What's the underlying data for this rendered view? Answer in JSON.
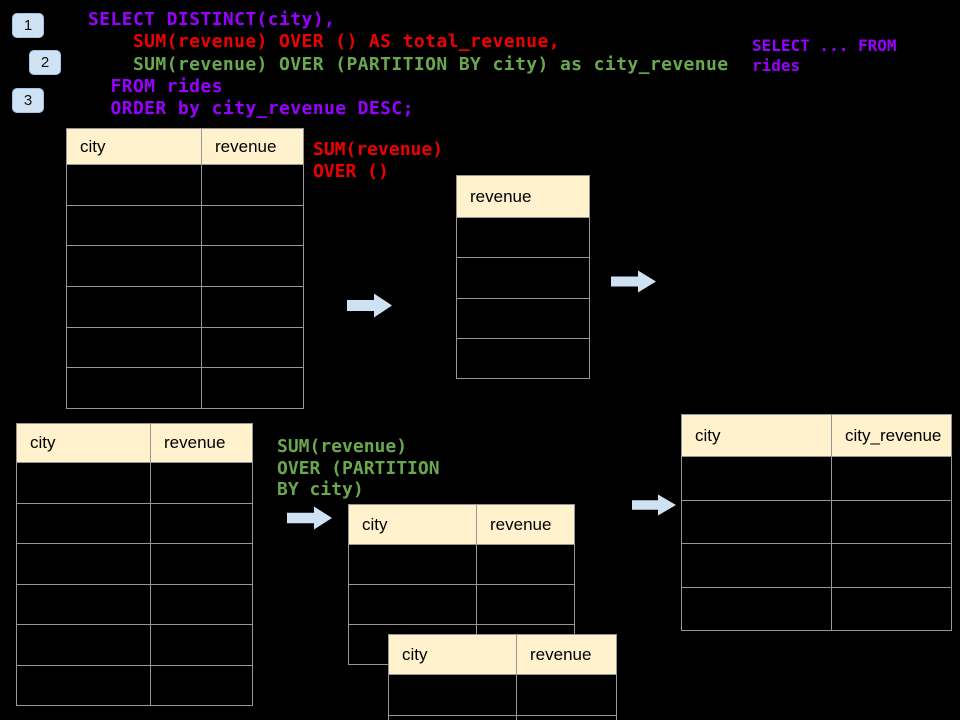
{
  "colors": {
    "purple": "#9900ff",
    "red": "#ee0000",
    "green": "#6aa84f",
    "arrow": "#cfe2f3",
    "header_fill": "#fff2cc",
    "grid": "#979797"
  },
  "badges": [
    {
      "label": "1"
    },
    {
      "label": "2"
    },
    {
      "label": "3"
    }
  ],
  "code": {
    "lines": [
      {
        "text": "SELECT DISTINCT(city),",
        "color": "purple"
      },
      {
        "text": "    SUM(revenue) OVER () AS total_revenue,",
        "color": "red"
      },
      {
        "text": "    SUM(revenue) OVER (PARTITION BY city) as city_revenue",
        "color": "green"
      },
      {
        "text": "  FROM rides",
        "color": "purple"
      },
      {
        "text": "  ORDER by city_revenue DESC;",
        "color": "purple"
      }
    ]
  },
  "side_note": {
    "color": "purple",
    "lines": [
      "SELECT ... FROM",
      "rides"
    ]
  },
  "annotations": {
    "total_revenue": {
      "color": "red",
      "lines": [
        "SUM(revenue)",
        "OVER ()"
      ]
    },
    "partition": {
      "color": "green",
      "lines": [
        "SUM(revenue)",
        "OVER (PARTITION",
        "BY city)"
      ]
    }
  },
  "tables": {
    "source_top": {
      "headers": [
        "city",
        "revenue"
      ],
      "empty_rows": 6
    },
    "total_result": {
      "headers": [
        "revenue"
      ],
      "empty_rows": 4
    },
    "source_bottom": {
      "headers": [
        "city",
        "revenue"
      ],
      "empty_rows": 6
    },
    "partition_back": {
      "headers": [
        "city",
        "revenue"
      ],
      "empty_rows": 3
    },
    "partition_front": {
      "headers": [
        "city",
        "revenue"
      ],
      "empty_rows": 2
    },
    "final_result": {
      "headers": [
        "city",
        "city_revenue"
      ],
      "empty_rows": 4
    }
  },
  "icons": {
    "arrow": {
      "name": "arrow-right-icon",
      "count": 4,
      "color": "#cfe2f3"
    }
  }
}
